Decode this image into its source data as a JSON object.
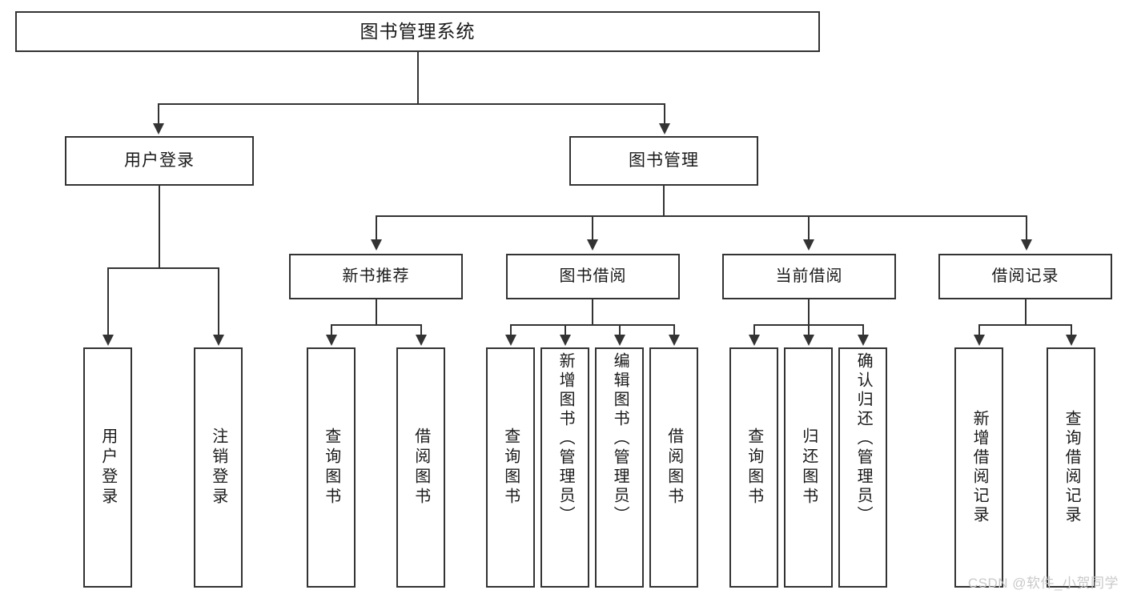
{
  "diagram": {
    "type": "tree-hierarchy",
    "title": "图书管理系统",
    "root": {
      "label": "图书管理系统"
    },
    "level2": [
      {
        "id": "user-login",
        "label": "用户登录"
      },
      {
        "id": "book-manage",
        "label": "图书管理"
      }
    ],
    "level3": [
      {
        "id": "new-book-recommend",
        "label": "新书推荐",
        "parent": "book-manage"
      },
      {
        "id": "book-borrow",
        "label": "图书借阅",
        "parent": "book-manage"
      },
      {
        "id": "current-borrow",
        "label": "当前借阅",
        "parent": "book-manage"
      },
      {
        "id": "borrow-record",
        "label": "借阅记录",
        "parent": "book-manage"
      }
    ],
    "leaves": {
      "user-login": [
        {
          "id": "leaf-user-login",
          "label": "用户登录"
        },
        {
          "id": "leaf-user-logout",
          "label": "注销登录"
        }
      ],
      "new-book-recommend": [
        {
          "id": "leaf-query-book-1",
          "label": "查询图书"
        },
        {
          "id": "leaf-borrow-book-1",
          "label": "借阅图书"
        }
      ],
      "book-borrow": [
        {
          "id": "leaf-query-book-2",
          "label": "查询图书"
        },
        {
          "id": "leaf-add-book",
          "label": "新增图书（管理员）"
        },
        {
          "id": "leaf-edit-book",
          "label": "编辑图书（管理员）"
        },
        {
          "id": "leaf-borrow-book-2",
          "label": "借阅图书"
        }
      ],
      "current-borrow": [
        {
          "id": "leaf-query-book-3",
          "label": "查询图书"
        },
        {
          "id": "leaf-return-book",
          "label": "归还图书"
        },
        {
          "id": "leaf-confirm-return",
          "label": "确认归还（管理员）"
        }
      ],
      "borrow-record": [
        {
          "id": "leaf-add-record",
          "label": "新增借阅记录"
        },
        {
          "id": "leaf-query-record",
          "label": "查询借阅记录"
        }
      ]
    }
  },
  "watermark": {
    "text": "CSDN @软件_小贺同学"
  },
  "colors": {
    "stroke": "#333333",
    "node_fill": "#ffffff",
    "text": "#1a1a1a",
    "watermark": "#c9c9c9",
    "background": "#ffffff"
  }
}
